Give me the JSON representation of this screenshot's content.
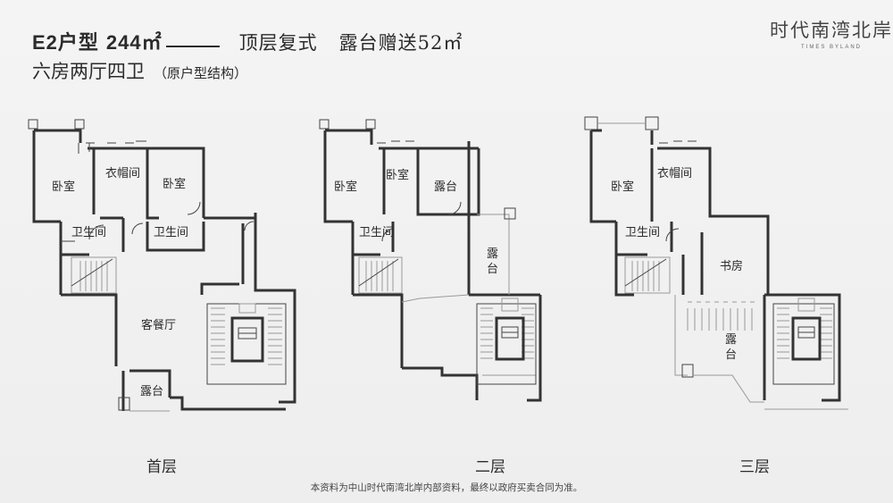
{
  "header": {
    "code": "E2户型",
    "area": "244㎡",
    "type": "顶层复式",
    "terrace": "露台赠送52㎡",
    "layout": "六房两厅四卫",
    "note": "（原户型结构）"
  },
  "logo": {
    "cn": "时代南湾北岸",
    "en": "TIMES BYLAND"
  },
  "floors": [
    {
      "label": "首层",
      "rooms": {
        "bedroom_a": "卧室",
        "closet": "衣帽间",
        "bedroom_b": "卧室",
        "bath_a": "卫生间",
        "bath_b": "卫生间",
        "living": "客餐厅",
        "terrace": "露台"
      }
    },
    {
      "label": "二层",
      "rooms": {
        "bedroom_a": "卧室",
        "bedroom_b": "卧室",
        "terrace_a": "露台",
        "bath": "卫生间",
        "terrace_b_1": "露",
        "terrace_b_2": "台"
      }
    },
    {
      "label": "三层",
      "rooms": {
        "bedroom": "卧室",
        "closet": "衣帽间",
        "bath": "卫生间",
        "study": "书房",
        "terrace_1": "露",
        "terrace_2": "台"
      }
    }
  ],
  "footnote": "本资料为中山时代南湾北岸内部资料，最终以政府买卖合同为准。"
}
